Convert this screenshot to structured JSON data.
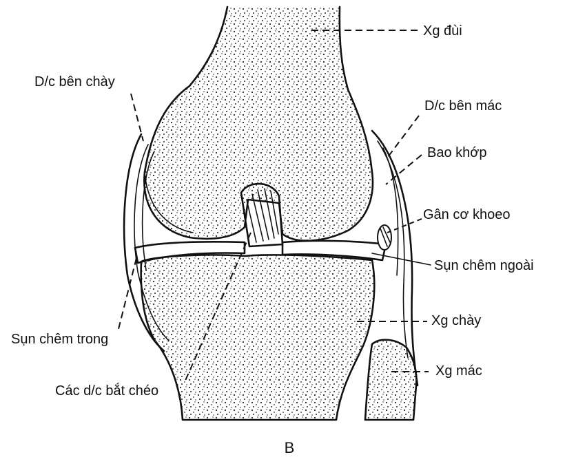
{
  "labels": {
    "femur": "Xg đùi",
    "tibial_collateral": "D/c bên chày",
    "fibular_collateral": "D/c bên mác",
    "joint_capsule": "Bao khớp",
    "popliteus_tendon": "Gân cơ khoeo",
    "lateral_meniscus": "Sụn chêm ngoài",
    "tibia": "Xg chày",
    "medial_meniscus": "Sụn chêm trong",
    "fibula": "Xg mác",
    "cruciate_ligaments": "Các d/c bắt chéo"
  },
  "caption": "B"
}
